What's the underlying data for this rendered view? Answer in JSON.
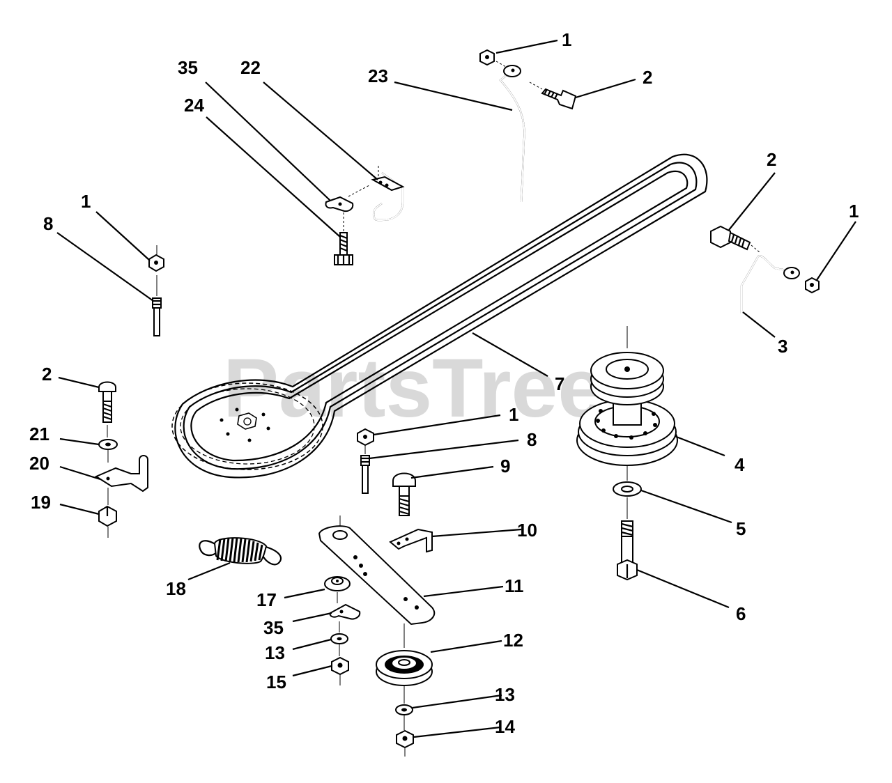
{
  "watermark": "PartsTree",
  "callouts": {
    "c1a": "1",
    "c2a": "2",
    "c23": "23",
    "c35a": "35",
    "c22": "22",
    "c24": "24",
    "c2b": "2",
    "c1b": "1",
    "c3": "3",
    "c1c": "1",
    "c8a": "8",
    "c7": "7",
    "c2c": "2",
    "c21": "21",
    "c20": "20",
    "c19": "19",
    "c1d": "1",
    "c8b": "8",
    "c9": "9",
    "c4": "4",
    "c5": "5",
    "c10": "10",
    "c18": "18",
    "c11": "11",
    "c6": "6",
    "c17": "17",
    "c35b": "35",
    "c12": "12",
    "c13a": "13",
    "c15": "15",
    "c13b": "13",
    "c14": "14"
  }
}
